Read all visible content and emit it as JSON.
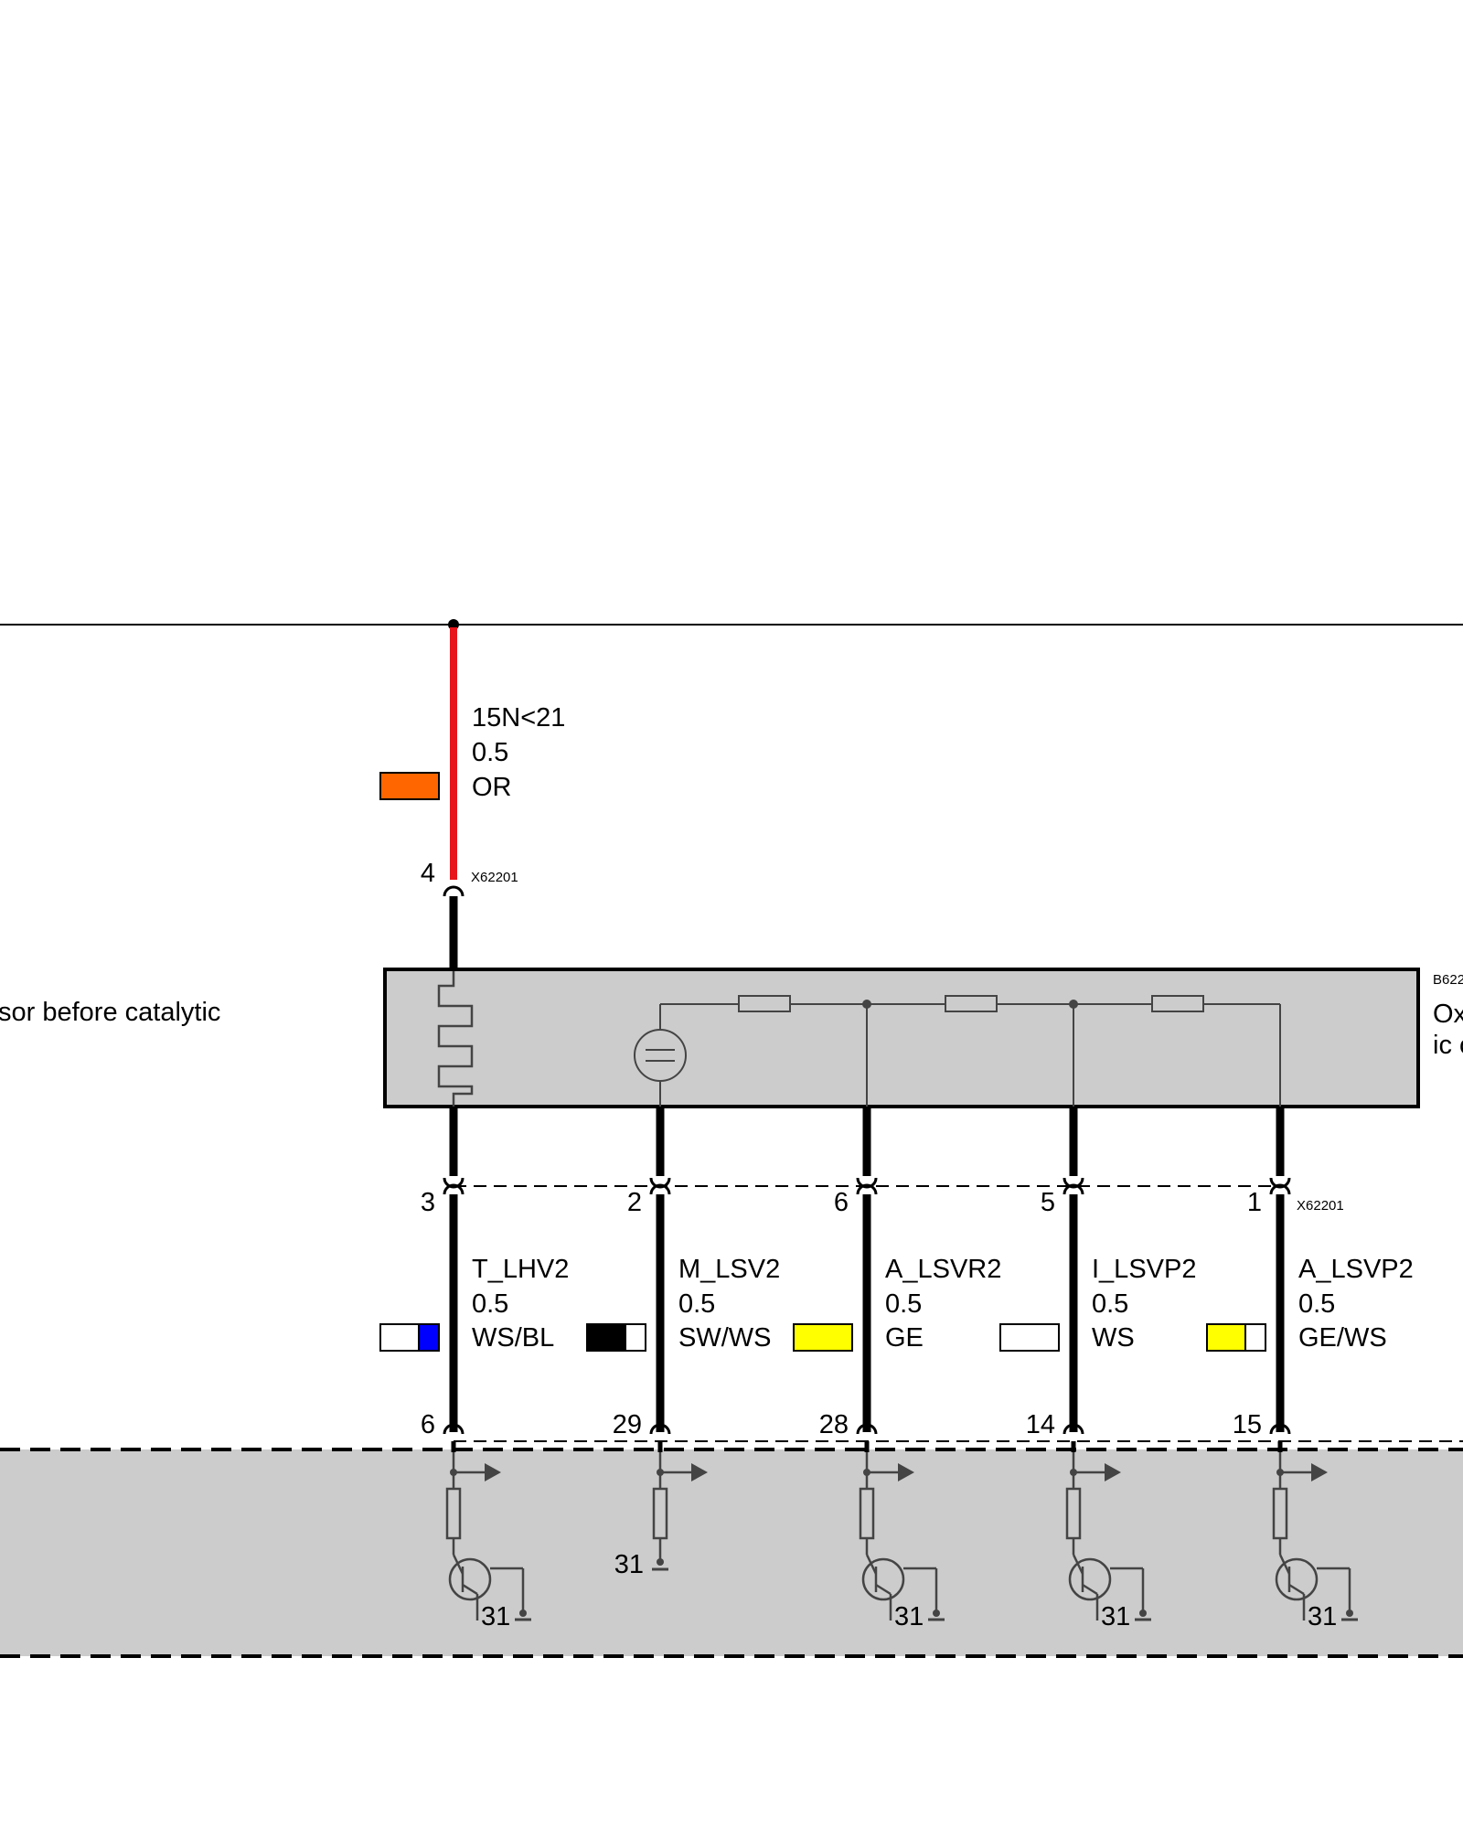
{
  "supply": {
    "signal": "15N<21",
    "gauge": "0.5",
    "color": "OR",
    "pin": "4",
    "connector": "X62201"
  },
  "sensor": {
    "label_left": "sor before catalytic",
    "id_partial": "B622",
    "label_right_line1": "Ox",
    "label_right_line2": "ic c"
  },
  "lower_connector": "X62201",
  "wires": [
    {
      "top_pin": "3",
      "signal": "T_LHV2",
      "gauge": "0.5",
      "color": "WS/BL",
      "bottom_pin": "6",
      "ground": "31"
    },
    {
      "top_pin": "2",
      "signal": "M_LSV2",
      "gauge": "0.5",
      "color": "SW/WS",
      "bottom_pin": "29",
      "ground": "31"
    },
    {
      "top_pin": "6",
      "signal": "A_LSVR2",
      "gauge": "0.5",
      "color": "GE",
      "bottom_pin": "28",
      "ground": "31"
    },
    {
      "top_pin": "5",
      "signal": "I_LSVP2",
      "gauge": "0.5",
      "color": "WS",
      "bottom_pin": "14",
      "ground": "31"
    },
    {
      "top_pin": "1",
      "signal": "A_LSVP2",
      "gauge": "0.5",
      "color": "GE/WS",
      "bottom_pin": "15",
      "ground": "31"
    }
  ],
  "colors": {
    "supply_wire": "#e8141b",
    "orange": "#ff6600",
    "blue": "#0000ff",
    "yellow": "#ffff00",
    "black": "#000000",
    "white": "#ffffff",
    "module_fill": "#cccccc"
  }
}
